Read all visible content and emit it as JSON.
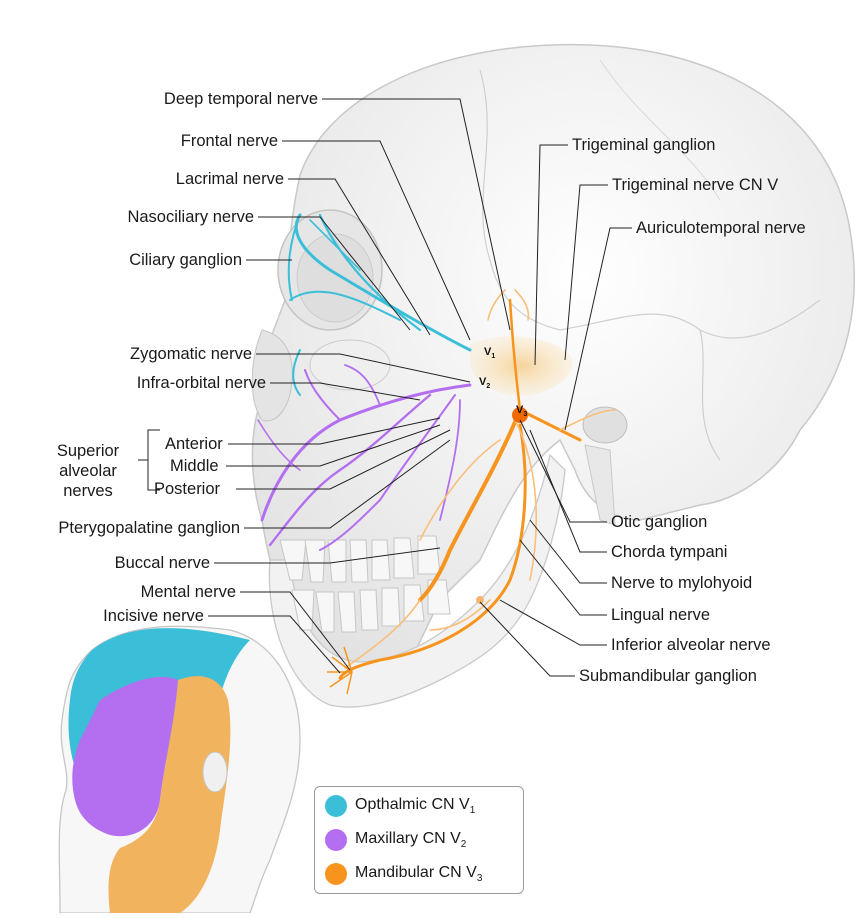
{
  "labels_left": {
    "deep_temporal": "Deep temporal nerve",
    "frontal": "Frontal nerve",
    "lacrimal": "Lacrimal nerve",
    "nasociliary": "Nasociliary nerve",
    "ciliary_ganglion": "Ciliary ganglion",
    "zygomatic": "Zygomatic nerve",
    "infra_orbital": "Infra-orbital nerve",
    "superior_alveolar_group": [
      "Superior",
      "alveolar",
      "nerves"
    ],
    "anterior": "Anterior",
    "middle": "Middle",
    "posterior": "Posterior",
    "pterygopalatine": "Pterygopalatine ganglion",
    "buccal": "Buccal nerve",
    "mental": "Mental nerve",
    "incisive": "Incisive nerve"
  },
  "labels_right": {
    "trigeminal_ganglion": "Trigeminal ganglion",
    "trigeminal_nerve": "Trigeminal nerve CN V",
    "auriculotemporal": "Auriculotemporal nerve",
    "otic_ganglion": "Otic ganglion",
    "chorda_tympani": "Chorda tympani",
    "mylohyoid": "Nerve to mylohyoid",
    "lingual": "Lingual nerve",
    "inferior_alveolar": "Inferior alveolar nerve",
    "submandibular": "Submandibular ganglion"
  },
  "division_tags": {
    "v1": {
      "letter": "V",
      "sub": "1"
    },
    "v2": {
      "letter": "V",
      "sub": "2"
    },
    "v3": {
      "letter": "V",
      "sub": "3"
    }
  },
  "legend": [
    {
      "label": "Opthalmic CN V",
      "sub": "1",
      "color": "#3bbfd8"
    },
    {
      "label": "Maxillary CN V",
      "sub": "2",
      "color": "#b46ff0"
    },
    {
      "label": "Mandibular CN V",
      "sub": "3",
      "color": "#f7941d"
    }
  ],
  "colors": {
    "ophthalmic": "#3bbfd8",
    "maxillary": "#b46ff0",
    "mandibular": "#f7941d",
    "mandibular_light": "#f9bf7a",
    "face_v3_zone": "#f2b35e",
    "bone": "#eeeeee",
    "bone_outline": "#c9c9c9",
    "leader": "#222222"
  }
}
